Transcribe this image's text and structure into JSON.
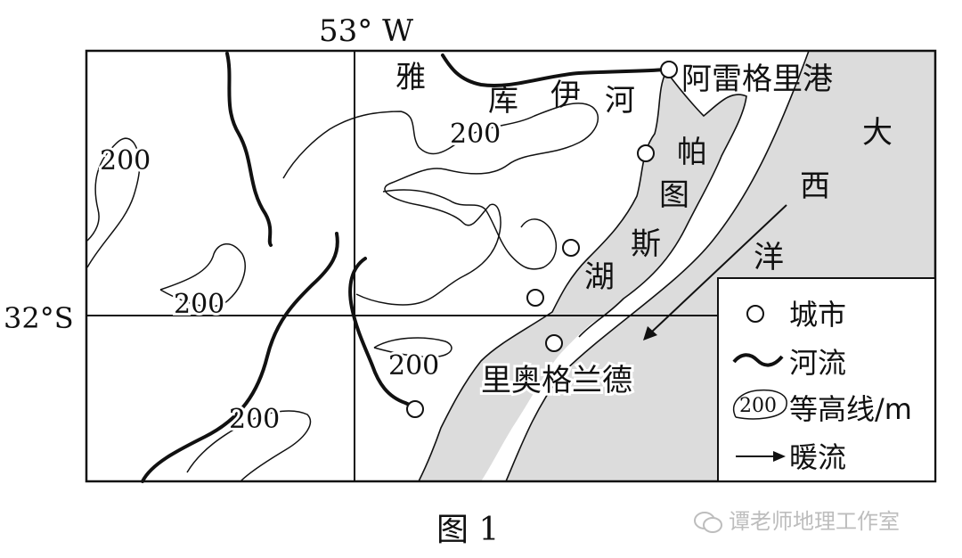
{
  "map": {
    "meridian_label": "53° W",
    "parallel_label": "32°S",
    "ocean_label_chars": [
      "大",
      "西",
      "洋"
    ],
    "lake_label_chars": [
      "帕",
      "图",
      "斯",
      "湖"
    ],
    "river_label_chars": [
      "雅",
      "库",
      "伊",
      "河"
    ],
    "contour_values": [
      "200",
      "200",
      "200",
      "200",
      "200"
    ],
    "cities": {
      "north_port": "阿雷格里港",
      "south_port": "里奥格兰德"
    }
  },
  "legend": {
    "items": [
      {
        "icon": "city-circle-icon",
        "label": "城市"
      },
      {
        "icon": "river-line-icon",
        "label": "河流"
      },
      {
        "icon": "contour-line-icon",
        "symbol_text": "200",
        "label": "等高线/m"
      },
      {
        "icon": "warm-current-arrow-icon",
        "label": "暖流"
      }
    ]
  },
  "caption": "图 1",
  "watermark": "谭老师地理工作室",
  "colors": {
    "sea": "#dcdcdc",
    "ink": "#111111"
  }
}
